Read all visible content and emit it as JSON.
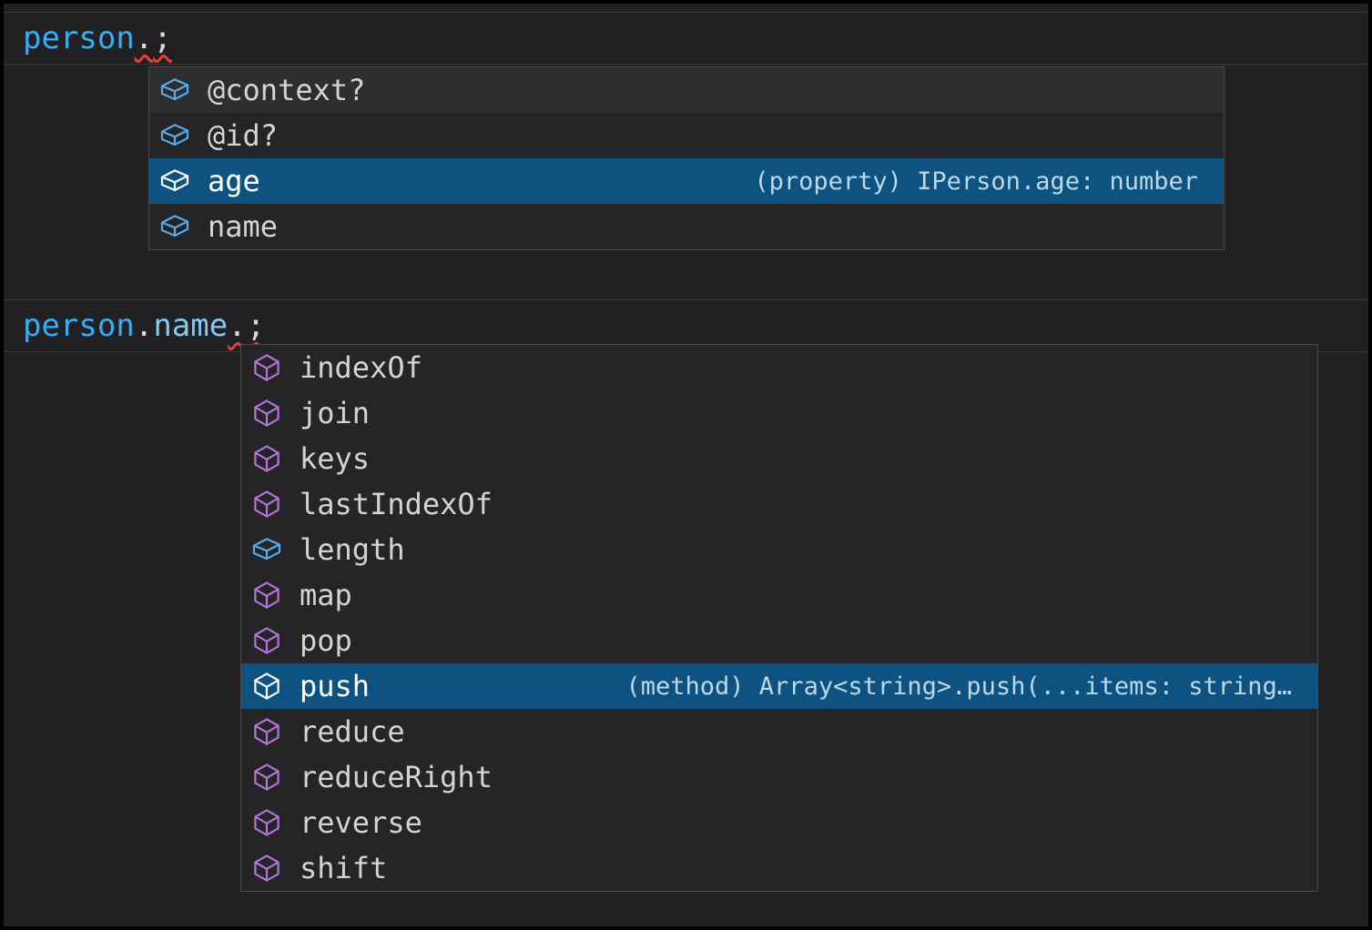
{
  "editor": {
    "code_line_1": {
      "variable": "person",
      "dot": ".",
      "semicolon": ";"
    },
    "code_line_2": {
      "variable": "person",
      "dot1": ".",
      "property": "name",
      "dot2": ".",
      "semicolon": ";"
    }
  },
  "suggest_widget_1": {
    "items": [
      {
        "label": "@context?",
        "kind": "field",
        "state": "hover",
        "detail": ""
      },
      {
        "label": "@id?",
        "kind": "field",
        "state": "",
        "detail": ""
      },
      {
        "label": "age",
        "kind": "field",
        "state": "selected",
        "detail": "(property) IPerson.age: number"
      },
      {
        "label": "name",
        "kind": "field",
        "state": "",
        "detail": ""
      }
    ]
  },
  "suggest_widget_2": {
    "items": [
      {
        "label": "indexOf",
        "kind": "method",
        "state": "",
        "detail": ""
      },
      {
        "label": "join",
        "kind": "method",
        "state": "",
        "detail": ""
      },
      {
        "label": "keys",
        "kind": "method",
        "state": "",
        "detail": ""
      },
      {
        "label": "lastIndexOf",
        "kind": "method",
        "state": "",
        "detail": ""
      },
      {
        "label": "length",
        "kind": "field",
        "state": "",
        "detail": ""
      },
      {
        "label": "map",
        "kind": "method",
        "state": "",
        "detail": ""
      },
      {
        "label": "pop",
        "kind": "method",
        "state": "",
        "detail": ""
      },
      {
        "label": "push",
        "kind": "method",
        "state": "selected",
        "detail": "(method) Array<string>.push(...items: string…"
      },
      {
        "label": "reduce",
        "kind": "method",
        "state": "",
        "detail": ""
      },
      {
        "label": "reduceRight",
        "kind": "method",
        "state": "",
        "detail": ""
      },
      {
        "label": "reverse",
        "kind": "method",
        "state": "",
        "detail": ""
      },
      {
        "label": "shift",
        "kind": "method",
        "state": "",
        "detail": ""
      }
    ]
  },
  "icons": {
    "field": "field-icon (blue shallow 3d box)",
    "method": "method-icon (purple cube)"
  },
  "colors": {
    "editor_background": "#212123",
    "line_highlight_border": "#3a3a3a",
    "widget_background": "#252527",
    "widget_border": "#4b4b4b",
    "selection_background": "#0d5280",
    "hover_background": "#2c2e30",
    "variable_color": "#36aef0",
    "property_color": "#85c8f2",
    "punctuation_color": "#d8d8d8",
    "error_squiggle": "#e8403a",
    "field_icon": "#58abe8",
    "method_icon": "#b475d8",
    "label_color": "#d4d4d4",
    "detail_color": "#bcd8ea"
  }
}
